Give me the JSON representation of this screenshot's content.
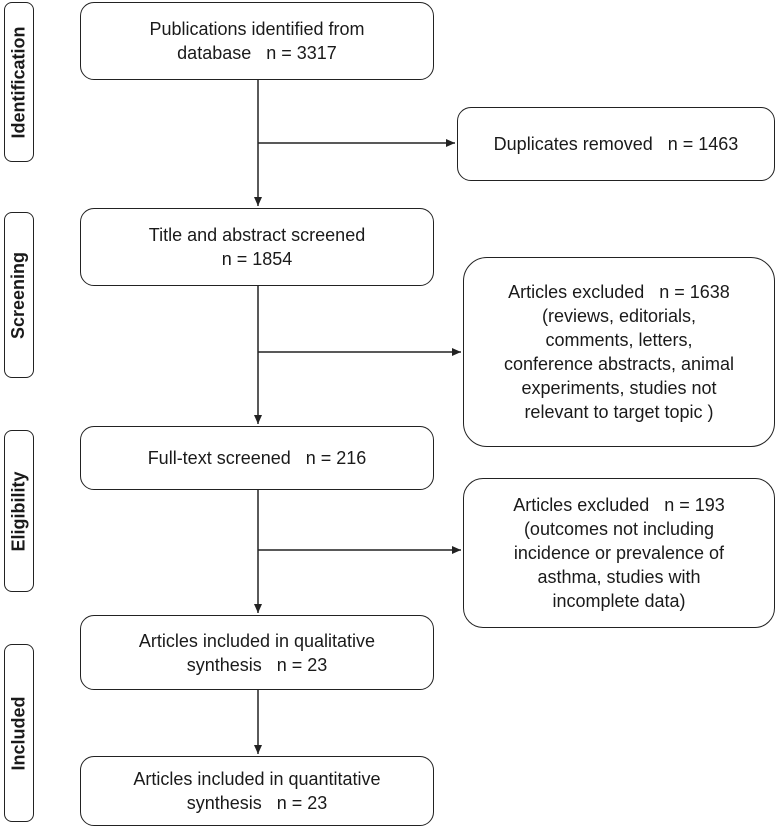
{
  "phases": {
    "identification": "Identification",
    "screening": "Screening",
    "eligibility": "Eligibility",
    "included": "Included"
  },
  "boxes": {
    "identified": [
      "Publications identified from",
      "database   n = 3317"
    ],
    "duplicates": [
      "Duplicates removed   n = 1463"
    ],
    "title_abstract": [
      "Title and abstract screened",
      "n = 1854"
    ],
    "excluded_1": [
      "Articles excluded   n = 1638",
      "(reviews, editorials,",
      "comments, letters,",
      "conference abstracts, animal",
      "experiments, studies not",
      "relevant to target topic )"
    ],
    "full_text": [
      "Full-text screened   n = 216"
    ],
    "excluded_2": [
      "Articles excluded   n = 193",
      "(outcomes not including",
      "incidence or prevalence of",
      "asthma, studies with",
      "incomplete data)"
    ],
    "qualitative": [
      "Articles included in qualitative",
      "synthesis   n = 23"
    ],
    "quantitative": [
      "Articles included in quantitative",
      "synthesis   n = 23"
    ]
  }
}
